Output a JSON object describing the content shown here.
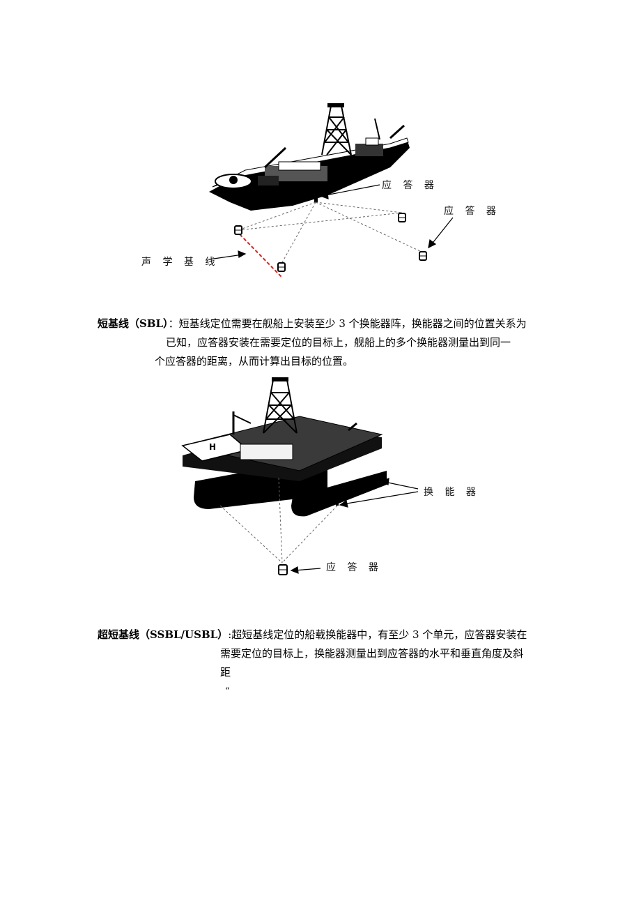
{
  "figure1": {
    "labels": {
      "transponder_top": "应 答 器",
      "transponder_right": "应 答 器",
      "acoustic_baseline": "声 学 基 线"
    }
  },
  "sbl": {
    "term": "短基线（SBL）",
    "colon": "：",
    "line1": "短基线定位需要在舰船上安装至少 3 个换能器阵，换能器之间的位置关系为",
    "line2": "已知，应答器安装在需要定位的目标上，舰船上的多个换能器测量出到同一",
    "line3": "个应答器的距离，从而计算出目标的位置。"
  },
  "figure2": {
    "labels": {
      "transducer": "换 能 器",
      "transponder": "应 答 器"
    }
  },
  "usbl": {
    "term": "超短基线（SSBL/USBL）",
    "colon": ":",
    "line1": "超短基线定位的船载换能器中，有至少 3 个单元，应答器安装在",
    "line2": "需要定位的目标上，换能器测量出到应答器的水平和垂直角度及斜",
    "line3": "距",
    "trailing_mark": "“"
  },
  "colors": {
    "baseline_highlight": "#d9261c",
    "ink": "#000000"
  }
}
